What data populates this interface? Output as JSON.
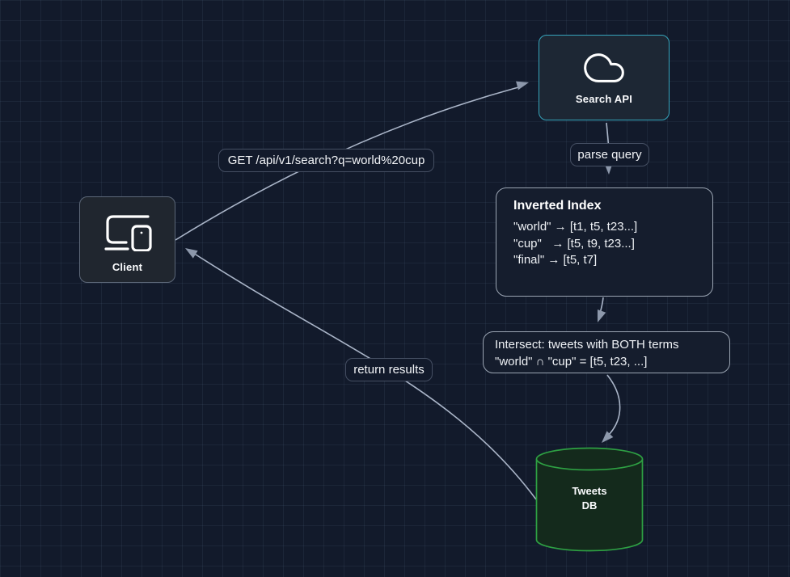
{
  "canvas": {
    "background_color": "#121a2b",
    "grid_color": "#212b3e"
  },
  "colors": {
    "search_api_border": "#36a4bb",
    "client_border": "#5c6778",
    "box_border": "#9aa4b2",
    "db_green": "#2ea043",
    "db_fill": "#142a1c",
    "arrow": "#aab5c8",
    "text": "#f3f5f8"
  },
  "nodes": {
    "search_api": {
      "label": "Search API",
      "icon": "cloud"
    },
    "client": {
      "label": "Client",
      "icon": "monitor-smartphone"
    },
    "inverted_index": {
      "title": "Inverted Index",
      "lines": [
        "\"world\" → [t1, t5, t23...]",
        "\"cup\"   → [t5, t9, t23...]",
        "\"final\" → [t5, t7]"
      ]
    },
    "intersect": {
      "lines": [
        "Intersect: tweets with BOTH terms",
        "\"world\" ∩ \"cup\" = [t5, t23, ...]"
      ]
    },
    "tweets_db": {
      "lines": [
        "Tweets",
        "DB"
      ]
    }
  },
  "edges": {
    "request": {
      "from": "client",
      "to": "search_api",
      "label": "GET /api/v1/search?q=world%20cup"
    },
    "parse": {
      "from": "search_api",
      "to": "inverted_index",
      "label": "parse query"
    },
    "index_to_intersect": {
      "from": "inverted_index",
      "to": "intersect",
      "label": ""
    },
    "intersect_to_db": {
      "from": "intersect",
      "to": "tweets_db",
      "label": ""
    },
    "return": {
      "from": "tweets_db",
      "to": "client",
      "label": "return results"
    }
  }
}
